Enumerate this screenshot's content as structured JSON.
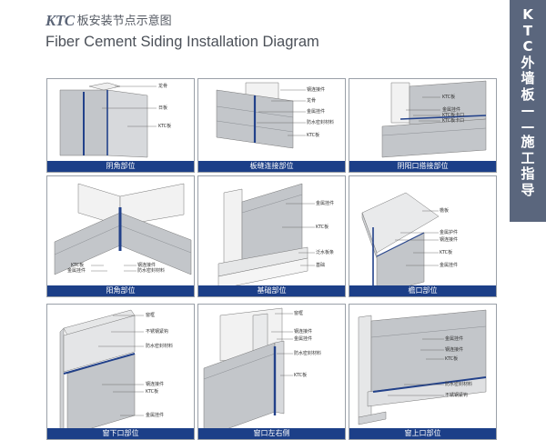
{
  "header": {
    "brand": "KTC",
    "title_cn": "板安装节点示意图",
    "title_en": "Fiber Cement Siding Installation Diagram"
  },
  "side_banner": {
    "chars": [
      "K",
      "T",
      "C",
      "外",
      "墙",
      "板",
      "—",
      "—",
      "施",
      "工",
      "指",
      "导"
    ]
  },
  "colors": {
    "accent_blue": "#1c3f88",
    "banner": "#5a667d",
    "panel_gray": "#bfc2c6",
    "joint_blue": "#22418a"
  },
  "diagrams": [
    {
      "caption": "阴角部位",
      "labels": [
        "龙骨",
        "日板",
        "KTC板"
      ]
    },
    {
      "caption": "板缝连接部位",
      "labels": [
        "钢连接件",
        "龙骨",
        "金属挂件",
        "防水密封材料",
        "KTC板"
      ]
    },
    {
      "caption": "阴阳口搭接部位",
      "labels": [
        "KTC板",
        "金属挂件",
        "KTC板卡口",
        "KTC板卡口"
      ]
    },
    {
      "caption": "阳角部位",
      "labels": [
        "KTC板",
        "金属挂件",
        "钢连接件",
        "防水密封材料"
      ]
    },
    {
      "caption": "基础部位",
      "labels": [
        "金属挂件",
        "KTC板",
        "泛水板条",
        "基础"
      ]
    },
    {
      "caption": "檐口部位",
      "labels": [
        "檐板",
        "金属护件",
        "钢连接件",
        "KTC板",
        "金属挂件"
      ]
    },
    {
      "caption": "窗下口部位",
      "labels": [
        "窗框",
        "不锈钢紧钩",
        "防水密封材料",
        "钢连接件",
        "KTC板",
        "金属挂件"
      ]
    },
    {
      "caption": "窗口左右侧",
      "labels": [
        "窗框",
        "钢连接件",
        "金属挂件",
        "防水密封材料",
        "KTC板"
      ]
    },
    {
      "caption": "窗上口部位",
      "labels": [
        "金属挂件",
        "钢连接件",
        "KTC板",
        "防水密封材料",
        "不锈钢紧钩"
      ]
    }
  ]
}
